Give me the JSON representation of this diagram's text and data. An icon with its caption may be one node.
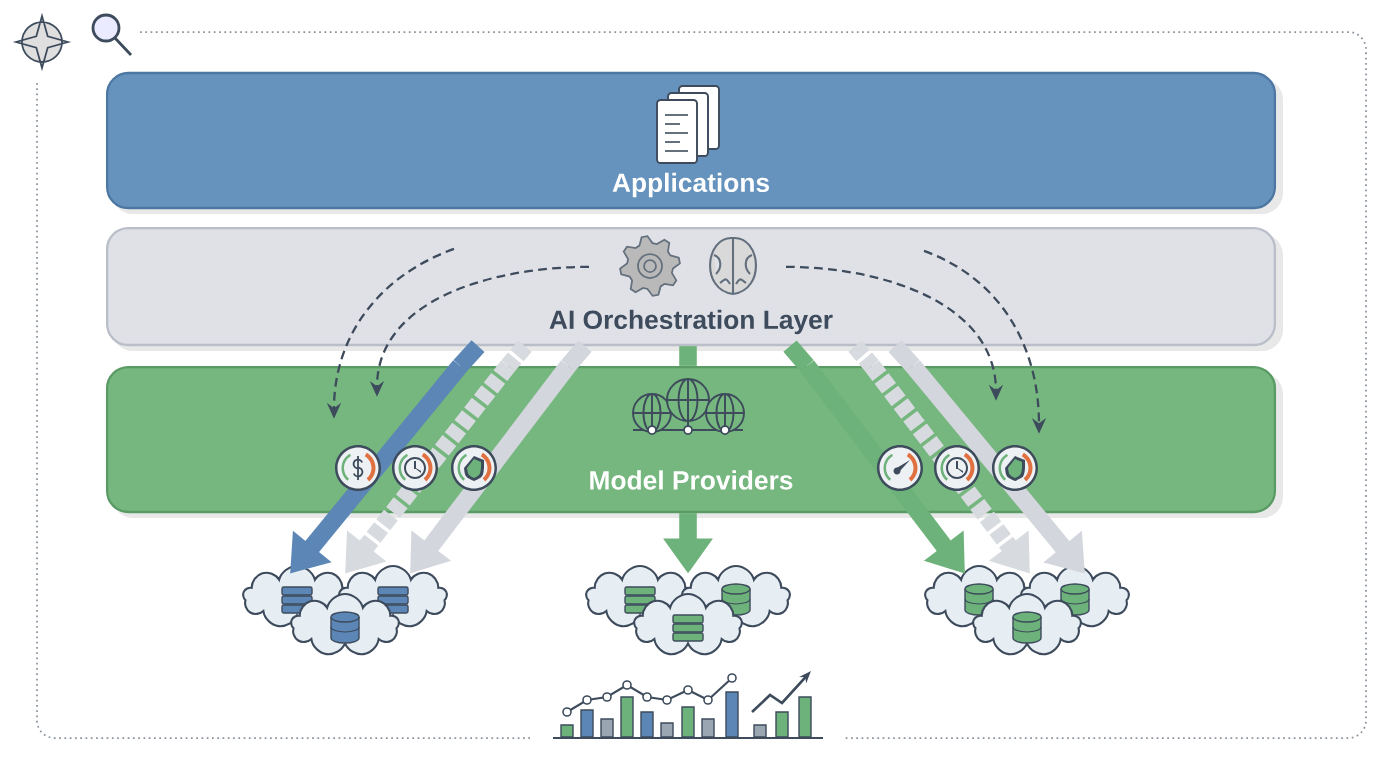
{
  "diagram": {
    "nodes": [
      {
        "text": [
          "Applications"
        ]
      },
      {
        "text": [
          "AI Orchestration Layer"
        ]
      },
      {
        "text": [
          "Model Providers"
        ]
      },
      {
        "text": [],
        "shape": "cloud"
      },
      {
        "text": [],
        "shape": "cloud"
      },
      {
        "text": [],
        "shape": "cloud"
      }
    ],
    "edges": [
      {
        "from": 1,
        "to": 2,
        "arrow": "none",
        "color": "#5b86b5"
      },
      {
        "from": 2,
        "to": 3,
        "arrow": "to",
        "color": "#5b86b5"
      },
      {
        "from": 1,
        "to": 2,
        "arrow": "none",
        "style": "dashed",
        "color": "#d7dadf"
      },
      {
        "from": 2,
        "to": 3,
        "arrow": "to",
        "style": "dashed",
        "color": "#d7dadf"
      },
      {
        "from": 1,
        "to": 2,
        "arrow": "none",
        "color": "#d3d6dc"
      },
      {
        "from": 2,
        "to": 3,
        "arrow": "to",
        "color": "#d3d6dc"
      },
      {
        "from": 1,
        "to": 2,
        "arrow": "none",
        "color": "#6db27a"
      },
      {
        "from": 2,
        "to": 4,
        "arrow": "to",
        "color": "#6db27a"
      },
      {
        "from": 1,
        "to": 2,
        "arrow": "none",
        "color": "#6db27a"
      },
      {
        "from": 2,
        "to": 5,
        "arrow": "to",
        "color": "#6db27a"
      },
      {
        "from": 1,
        "to": 2,
        "arrow": "none",
        "style": "dashed",
        "color": "#d7dadf"
      },
      {
        "from": 2,
        "to": 5,
        "arrow": "to",
        "style": "dashed",
        "color": "#d7dadf"
      },
      {
        "from": 1,
        "to": 2,
        "arrow": "none",
        "color": "#d3d6dc"
      },
      {
        "from": 2,
        "to": 5,
        "arrow": "to",
        "color": "#d3d6dc"
      },
      {
        "from": 1,
        "to": 2,
        "arrow": "to",
        "style": "dashed",
        "color": "#3d4b5c"
      },
      {
        "from": 1,
        "to": 2,
        "arrow": "to",
        "style": "dashed",
        "color": "#3d4b5c"
      },
      {
        "from": 1,
        "to": 2,
        "arrow": "to",
        "style": "dashed",
        "color": "#3d4b5c"
      },
      {
        "from": 1,
        "to": 2,
        "arrow": "to",
        "style": "dashed",
        "color": "#3d4b5c"
      }
    ]
  }
}
